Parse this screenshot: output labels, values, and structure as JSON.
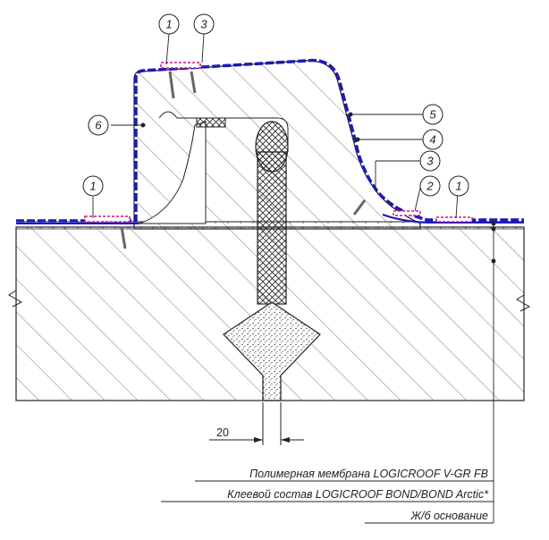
{
  "callouts": [
    {
      "id": "c1-top",
      "label": "1"
    },
    {
      "id": "c3-top",
      "label": "3"
    },
    {
      "id": "c6",
      "label": "6"
    },
    {
      "id": "c5",
      "label": "5"
    },
    {
      "id": "c4",
      "label": "4"
    },
    {
      "id": "c3-right",
      "label": "3"
    },
    {
      "id": "c2",
      "label": "2"
    },
    {
      "id": "c1-right",
      "label": "1"
    },
    {
      "id": "c1-left",
      "label": "1"
    }
  ],
  "dimension": {
    "value": "20"
  },
  "legend": [
    "Полимерная мембрана LOGICROOF V-GR FB",
    "Клеевой состав LOGICROOF BOND/BOND Arctic*",
    "Ж/б основание"
  ],
  "colors": {
    "membrane": "#1d1ab8",
    "fastener": "#d8108a",
    "line": "#222222"
  }
}
